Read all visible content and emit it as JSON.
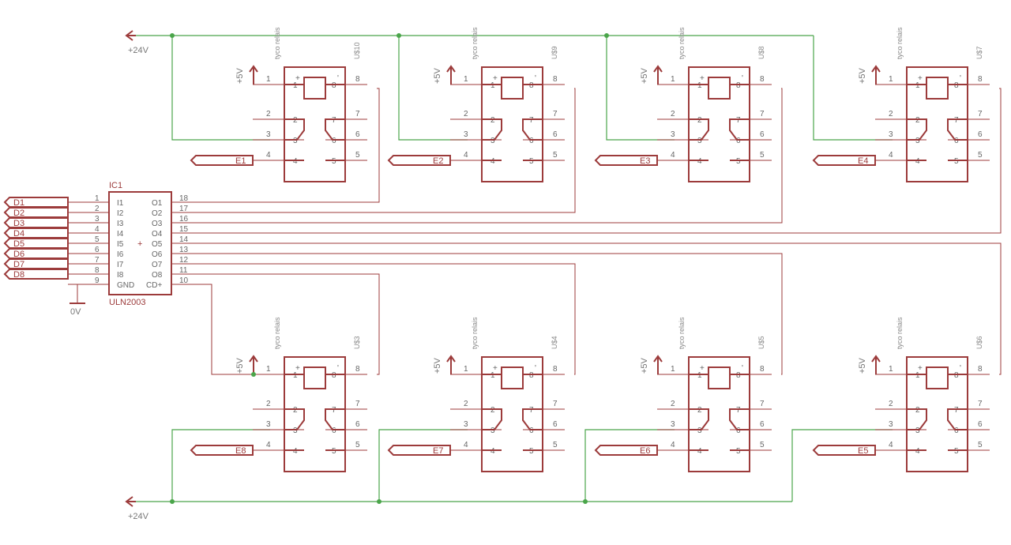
{
  "ic": {
    "name": "IC1",
    "value": "ULN2003",
    "left_pins": [
      {
        "num": "1",
        "label": "I1"
      },
      {
        "num": "2",
        "label": "I2"
      },
      {
        "num": "3",
        "label": "I3"
      },
      {
        "num": "4",
        "label": "I4"
      },
      {
        "num": "5",
        "label": "I5"
      },
      {
        "num": "6",
        "label": "I6"
      },
      {
        "num": "7",
        "label": "I7"
      },
      {
        "num": "8",
        "label": "I8"
      },
      {
        "num": "9",
        "label": "GND"
      }
    ],
    "right_pins": [
      {
        "num": "18",
        "label": "O1"
      },
      {
        "num": "17",
        "label": "O2"
      },
      {
        "num": "16",
        "label": "O3"
      },
      {
        "num": "15",
        "label": "O4"
      },
      {
        "num": "14",
        "label": "O5"
      },
      {
        "num": "13",
        "label": "O6"
      },
      {
        "num": "12",
        "label": "O7"
      },
      {
        "num": "11",
        "label": "O8"
      },
      {
        "num": "10",
        "label": "CD+"
      }
    ],
    "center_mark": "+"
  },
  "inputs": [
    "D1",
    "D2",
    "D3",
    "D4",
    "D5",
    "D6",
    "D7",
    "D8"
  ],
  "ground_label": "0V",
  "supply_24v": "+24V",
  "supply_5v": "+5V",
  "relay_value": "tyco relais",
  "relays_top": [
    {
      "name": "U$10",
      "enable": "E1"
    },
    {
      "name": "U$9",
      "enable": "E2"
    },
    {
      "name": "U$8",
      "enable": "E3"
    },
    {
      "name": "U$7",
      "enable": "E4"
    }
  ],
  "relays_bottom": [
    {
      "name": "U$3",
      "enable": "E8"
    },
    {
      "name": "U$4",
      "enable": "E7"
    },
    {
      "name": "U$5",
      "enable": "E6"
    },
    {
      "name": "U$6",
      "enable": "E5"
    }
  ],
  "relay_pins": {
    "left": [
      "1",
      "2",
      "3",
      "4"
    ],
    "right": [
      "8",
      "7",
      "6",
      "5"
    ],
    "coil_plus": "+",
    "coil_minus": "'"
  },
  "colors": {
    "part": "#9c3b3b",
    "wire": "#4aa54a",
    "text": "#777777"
  }
}
